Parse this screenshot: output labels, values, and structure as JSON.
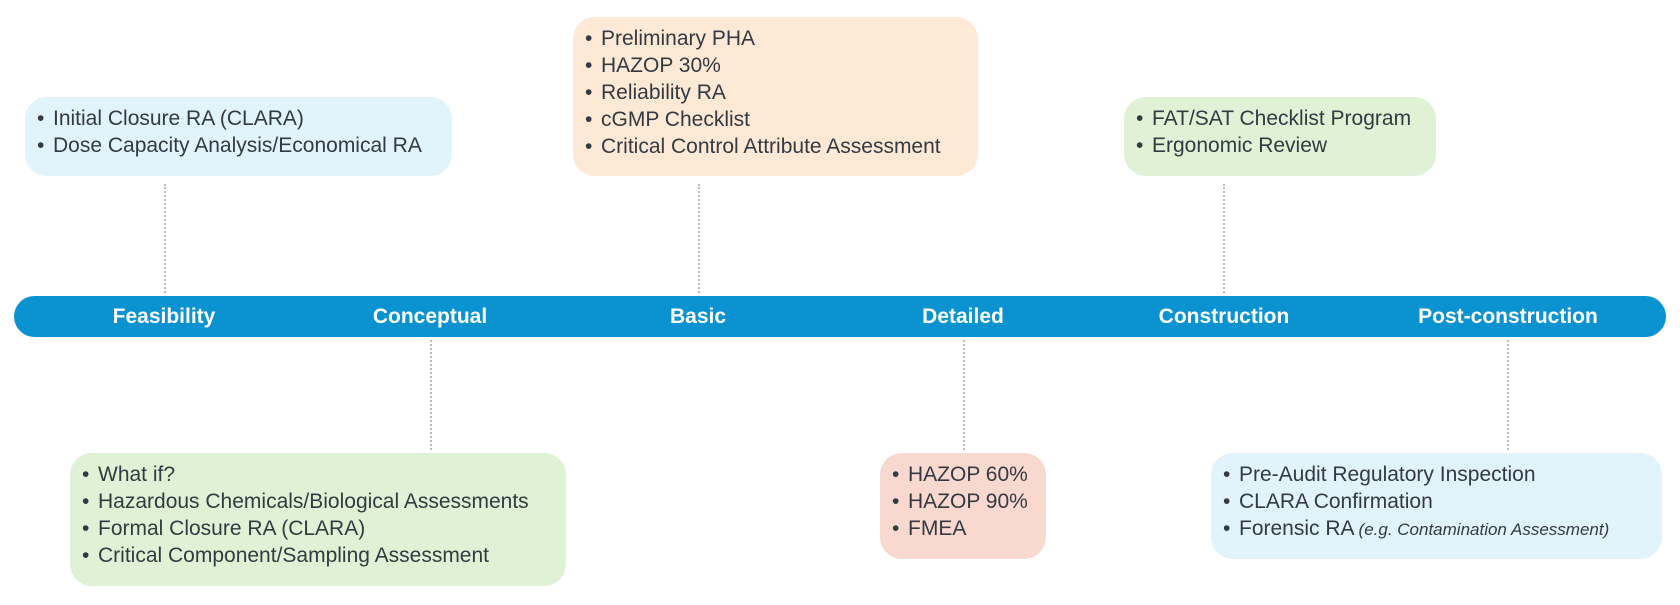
{
  "phases": [
    "Feasibility",
    "Conceptual",
    "Basic",
    "Detailed",
    "Construction",
    "Post-construction"
  ],
  "boxes": {
    "feasibility": {
      "items": [
        "Initial Closure RA (CLARA)",
        "Dose Capacity Analysis/Economical RA"
      ],
      "color": "#e1f3fb"
    },
    "conceptual": {
      "items": [
        "What if?",
        "Hazardous Chemicals/Biological Assessments",
        "Formal Closure RA (CLARA)",
        "Critical Component/Sampling Assessment"
      ],
      "color": "#dff2d6"
    },
    "basic": {
      "items": [
        "Preliminary PHA",
        "HAZOP 30%",
        "Reliability RA",
        "cGMP Checklist",
        "Critical Control Attribute Assessment"
      ],
      "color": "#fde9d6"
    },
    "detailed": {
      "items": [
        "HAZOP 60%",
        "HAZOP 90%",
        "FMEA"
      ],
      "color": "#f9d9cf"
    },
    "construction": {
      "items": [
        "FAT/SAT Checklist Program",
        "Ergonomic Review"
      ],
      "color": "#dff2d6"
    },
    "post_construction": {
      "items": [
        "Pre-Audit Regulatory Inspection",
        "CLARA Confirmation",
        "Forensic RA"
      ],
      "note": "(e.g. Contamination Assessment)",
      "color": "#e1f3fb"
    }
  },
  "bullet": "•",
  "colors": {
    "timeline": "#0a93d0",
    "connector": "#b7bcc0",
    "text": "#333a40"
  }
}
